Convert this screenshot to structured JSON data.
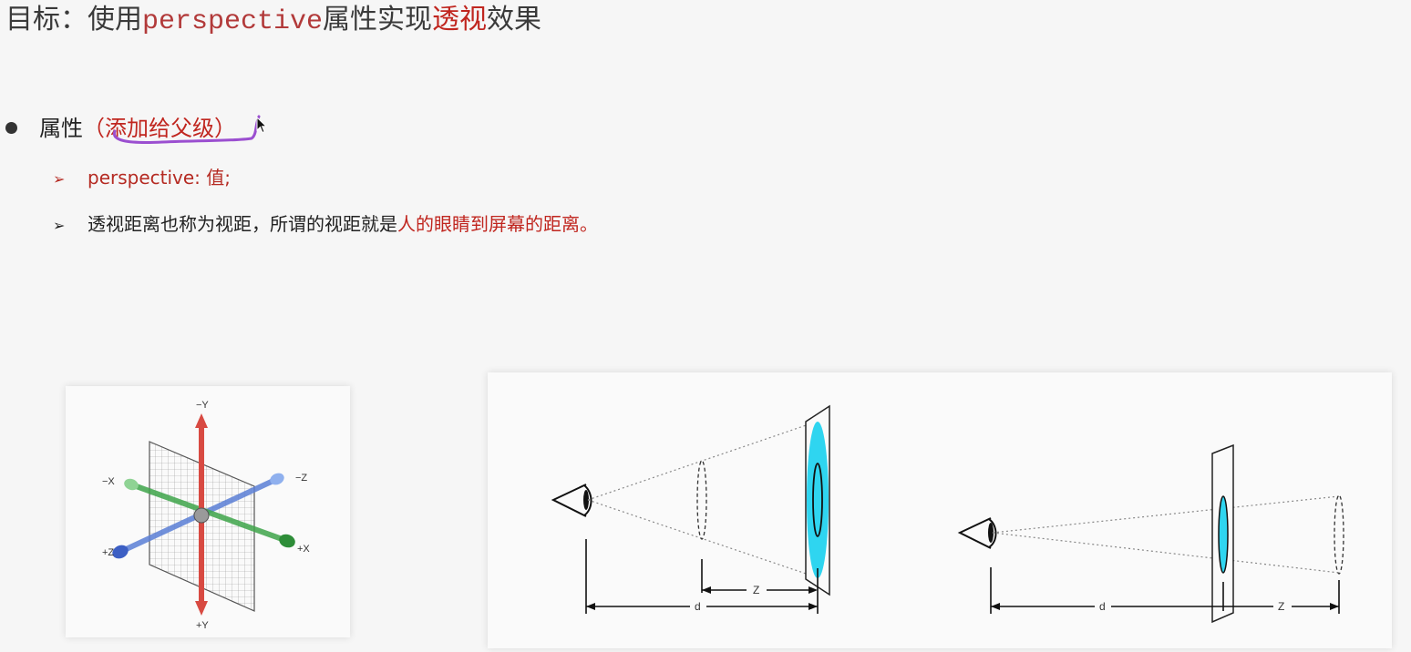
{
  "title": {
    "prefix": "目标：使用",
    "code": "perspective",
    "middle": "属性实现",
    "highlight": "透视",
    "suffix": "效果"
  },
  "bullet": {
    "label": "属性",
    "paren_open": "（",
    "highlight": "添加给父级",
    "paren_close": "）"
  },
  "sub_items": [
    {
      "text": "perspective: 值;"
    },
    {
      "text": "透视距离也称为视距，所谓的视距就是",
      "highlight": "人的眼睛到屏幕的距离。"
    }
  ],
  "axis_diagram": {
    "labels": {
      "neg_y": "−Y",
      "pos_y": "+Y",
      "neg_x": "−X",
      "pos_x": "+X",
      "neg_z": "−Z",
      "pos_z": "+Z"
    }
  },
  "perspective_diagram": {
    "left": {
      "d_label": "d",
      "z_label": "Z"
    },
    "right": {
      "d_label": "d",
      "z_label": "Z"
    }
  },
  "colors": {
    "accent_red": "#c0261f",
    "annotation_purple": "#9b4fd0",
    "lens_cyan": "#2fd5f0"
  }
}
